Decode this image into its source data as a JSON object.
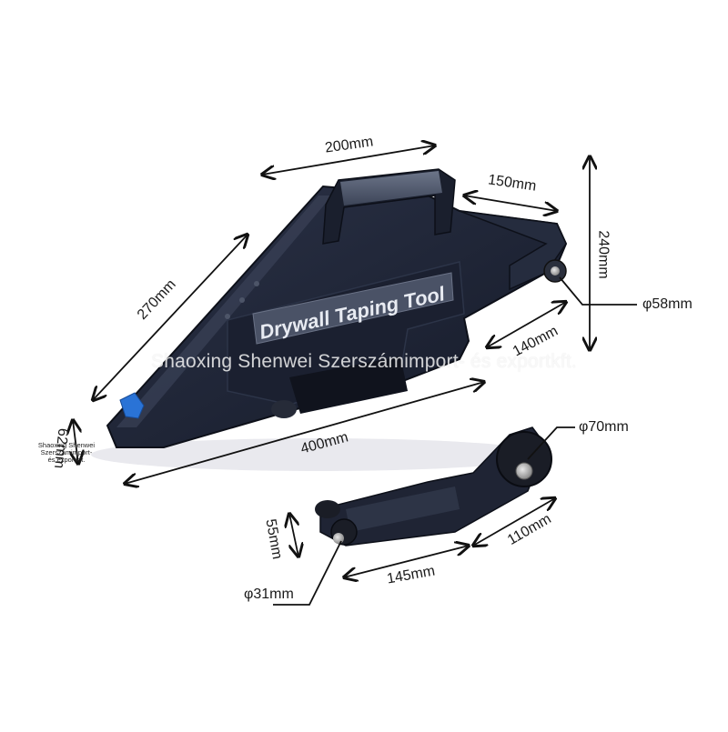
{
  "product": {
    "label": "Drywall Taping Tool"
  },
  "dimensions": {
    "top_length": "200mm",
    "handle_length": "150mm",
    "height": "240mm",
    "diagonal_length": "270mm",
    "front_width": "140mm",
    "wheel_diameter": "φ58mm",
    "base_length": "400mm",
    "nose_width": "62mm",
    "roller_big_diameter": "φ70mm",
    "roller_arm_length": "110mm",
    "roller_height": "55mm",
    "roller_base_length": "145mm",
    "roller_small_diameter": "φ31mm"
  },
  "watermark": {
    "main": "Shaoxing Shenwei Szerszámimport- és exportkft.",
    "small": "Shaoxing Shenwei Szerszámimport- és exportkft."
  },
  "colors": {
    "tool_body": "#1f2536",
    "tool_highlight": "#3a4257",
    "handle_grip": "#5b6478",
    "accent_blue": "#2a73d6",
    "arrow": "#111111"
  }
}
